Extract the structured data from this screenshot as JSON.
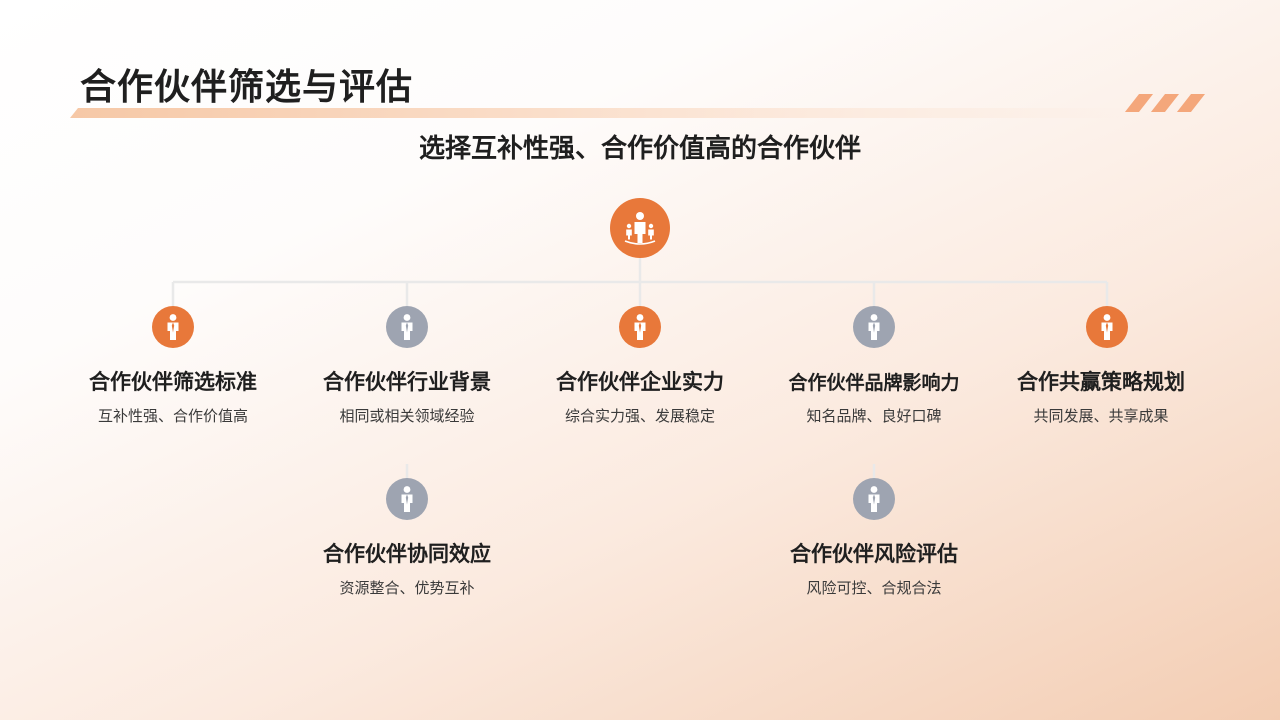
{
  "header": {
    "title": "合作伙伴筛选与评估",
    "subtitle": "选择互补性强、合作价值高的合作伙伴"
  },
  "colors": {
    "accent": "#e8783a",
    "neutral": "#9ea4b1",
    "line": "#e9e9e9"
  },
  "root": {
    "icon": "team-people-icon",
    "color": "orange"
  },
  "nodes": [
    {
      "title": "合作伙伴筛选标准",
      "desc": "互补性强、合作价值高",
      "color": "orange",
      "icon": "person-icon"
    },
    {
      "title": "合作伙伴行业背景",
      "desc": "相同或相关领域经验",
      "color": "gray",
      "icon": "person-icon"
    },
    {
      "title": "合作伙伴企业实力",
      "desc": "综合实力强、发展稳定",
      "color": "orange",
      "icon": "person-icon"
    },
    {
      "title": "合作伙伴品牌影响力",
      "desc": "知名品牌、良好口碑",
      "color": "gray",
      "icon": "person-icon"
    },
    {
      "title": "合作共赢策略规划",
      "desc": "共同发展、共享成果",
      "color": "orange",
      "icon": "person-icon"
    },
    {
      "title": "合作伙伴协同效应",
      "desc": "资源整合、优势互补",
      "color": "gray",
      "icon": "person-icon"
    },
    {
      "title": "合作伙伴风险评估",
      "desc": "风险可控、合规合法",
      "color": "gray",
      "icon": "person-icon"
    }
  ]
}
